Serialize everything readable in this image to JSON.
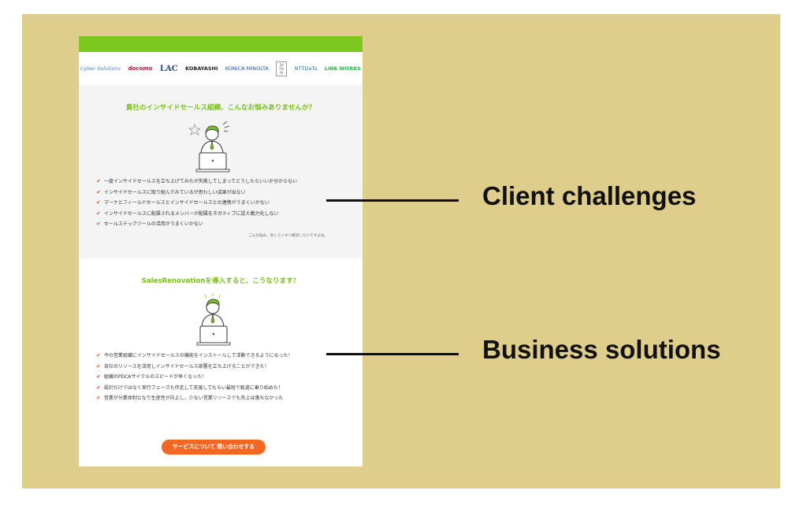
{
  "logos": [
    "Cyber Solutions",
    "docomo",
    "LAC",
    "KOBAYASHI",
    "KONICA MINOLTA",
    "SA TO RI",
    "NTTDaTa",
    "LINE WORKS"
  ],
  "challenges": {
    "title": "貴社のインサイドセールス組織、こんなお悩みありませんか？",
    "items": [
      "一度インサイドセールスを立ち上げてみたが失敗してしまってどうしたらいいか分からない",
      "インサイドセールスに取り組んでみているが思わしい成果が出ない",
      "マーケとフィールドセールスとインサイドセールスとの連携がうまくいかない",
      "インサイドセールスに配属されるメンバーが配属をネガティブに捉え戦力化しない",
      "セールステックツールの活用がうまくいかない"
    ],
    "note": "こんな悩み、早くスッキリ解消したいですよね。"
  },
  "solutions": {
    "title": "SalesRenovationを導入すると、こうなります！",
    "items": [
      "今の営業組織にインサイドセールスの機能をインストールして活動できるようになった！",
      "自社のリソースを活用しインサイドセールス部署を立ち上げることができた！",
      "組織のPDCAサイクルのスピードが早くなった！",
      "設計だけではなく実行フェーズも伴走して支援してもらい最短で軌道に乗り始めた！",
      "営業が分業体制となり生産性が向上し、少ない営業リソースでも売上は落ちなかった"
    ],
    "cta": "サービスについて 問い合わせする"
  },
  "annotations": {
    "client_challenges": "Client challenges",
    "business_solutions": "Business solutions"
  },
  "colors": {
    "brand_green": "#7cc81e",
    "cta_orange": "#f26722",
    "check_red": "#e8532a",
    "backdrop": "#dfcd8c"
  }
}
